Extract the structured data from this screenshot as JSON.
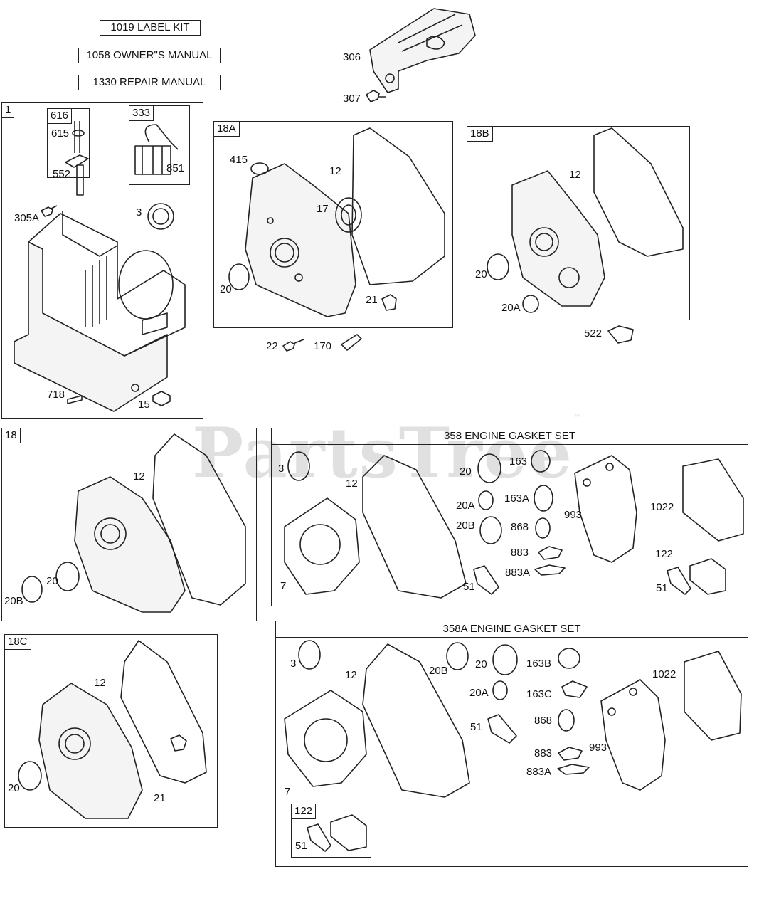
{
  "kits": [
    "1019 LABEL KIT",
    "1058 OWNER\"S MANUAL",
    "1330 REPAIR MANUAL"
  ],
  "watermark": "PartsTree",
  "watermark_tm": "™",
  "boxes": {
    "b1": "1",
    "b616": "616",
    "b333": "333",
    "b18A": "18A",
    "b18B": "18B",
    "b18": "18",
    "b18C": "18C",
    "b122a": "122",
    "b122b": "122"
  },
  "sets": {
    "s358": "358 ENGINE GASKET SET",
    "s358A": "358A ENGINE GASKET SET"
  },
  "labels": {
    "l306": "306",
    "l307": "307",
    "l615": "615",
    "l851": "851",
    "l552": "552",
    "l305A": "305A",
    "l3a": "3",
    "l718": "718",
    "l15": "15",
    "l415": "415",
    "l12a": "12",
    "l17": "17",
    "l20a": "20",
    "l21a": "21",
    "l22": "22",
    "l170": "170",
    "l12b": "12",
    "l20b": "20",
    "l20Ab": "20A",
    "l522": "522",
    "l12c": "12",
    "l20c": "20",
    "l20Bc": "20B",
    "l3d": "3",
    "l12d": "12",
    "l7d": "7",
    "l20d": "20",
    "l163d": "163",
    "l20Ad": "20A",
    "l163Ad": "163A",
    "l20Bd": "20B",
    "l868d": "868",
    "l883d": "883",
    "l883Ad": "883A",
    "l51d": "51",
    "l993d": "993",
    "l1022d": "1022",
    "l51e": "51",
    "l12f": "12",
    "l20f": "20",
    "l21f": "21",
    "l3g": "3",
    "l12g": "12",
    "l7g": "7",
    "l20Bg": "20B",
    "l20g": "20",
    "l163Bg": "163B",
    "l20Ag": "20A",
    "l163Cg": "163C",
    "l51g": "51",
    "l868g": "868",
    "l883g": "883",
    "l993g": "993",
    "l883Ag": "883A",
    "l1022g": "1022",
    "l51h": "51"
  }
}
